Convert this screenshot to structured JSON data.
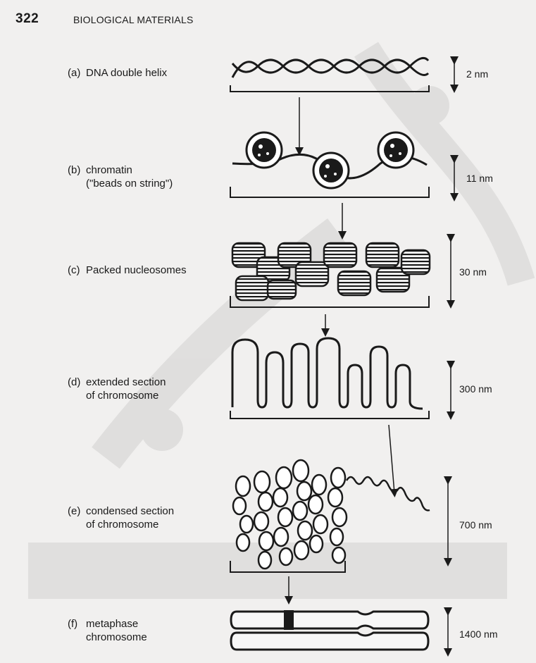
{
  "header": {
    "page_number": "322",
    "section_title": "BIOLOGICAL MATERIALS"
  },
  "levels": [
    {
      "letter": "(a)",
      "line1": "DNA double helix",
      "line2": "",
      "size": "2 nm"
    },
    {
      "letter": "(b)",
      "line1": "chromatin",
      "line2": "(\"beads on string\")",
      "size": "11 nm"
    },
    {
      "letter": "(c)",
      "line1": "Packed nucleosomes",
      "line2": "",
      "size": "30 nm"
    },
    {
      "letter": "(d)",
      "line1": "extended section",
      "line2": "of chromosome",
      "size": "300 nm"
    },
    {
      "letter": "(e)",
      "line1": "condensed section",
      "line2": "of chromosome",
      "size": "700 nm"
    },
    {
      "letter": "(f)",
      "line1": "metaphase",
      "line2": "chromosome",
      "size": "1400 nm"
    }
  ],
  "colors": {
    "ink": "#1a1a1a",
    "paper": "#f1f0ef"
  }
}
